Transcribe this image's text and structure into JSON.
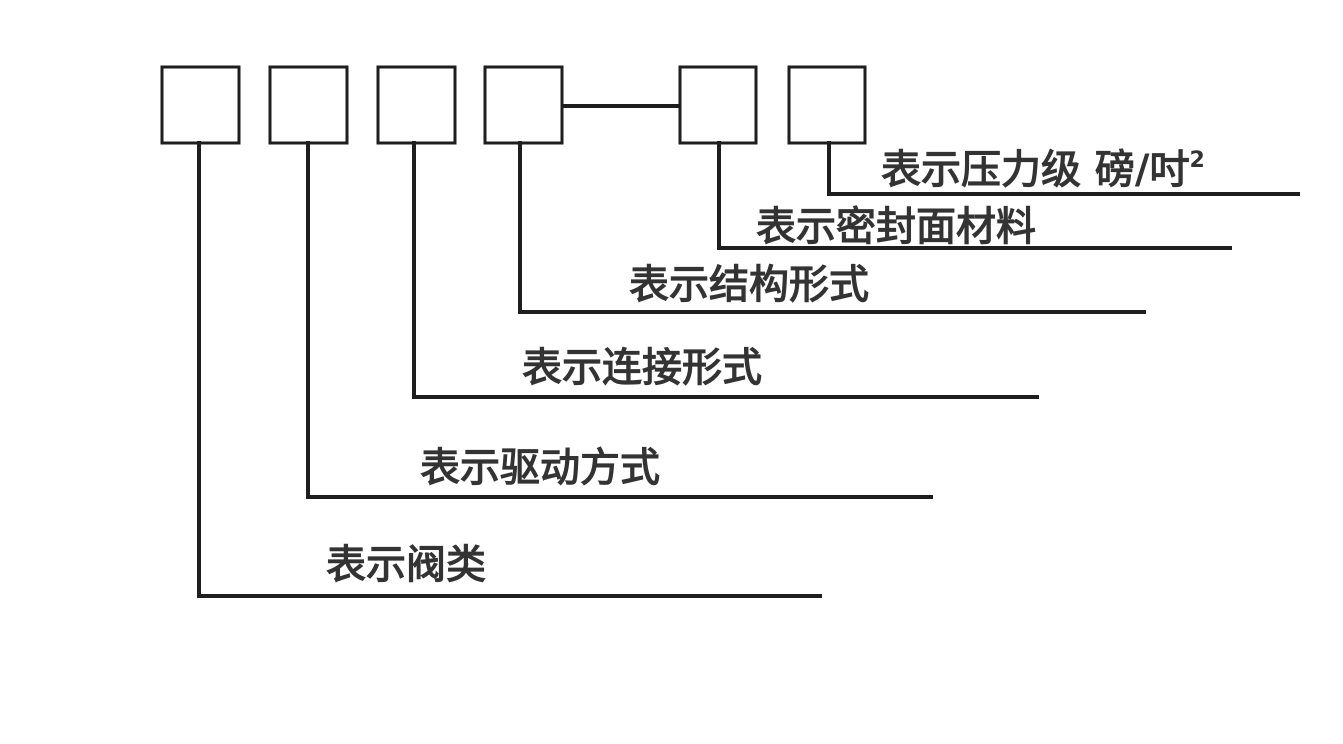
{
  "code_positions": 6,
  "dash_between": [
    4,
    5
  ],
  "labels": [
    {
      "position": 1,
      "text": "表示阀类"
    },
    {
      "position": 2,
      "text": "表示驱动方式"
    },
    {
      "position": 3,
      "text": "表示连接形式"
    },
    {
      "position": 4,
      "text": "表示结构形式"
    },
    {
      "position": 5,
      "text": "表示密封面材料"
    },
    {
      "position": 6,
      "text": "表示压力级 磅/吋",
      "superscript": "2"
    }
  ],
  "colors": {
    "line": "#1e1e1e",
    "text": "#333333",
    "background": "#ffffff"
  }
}
